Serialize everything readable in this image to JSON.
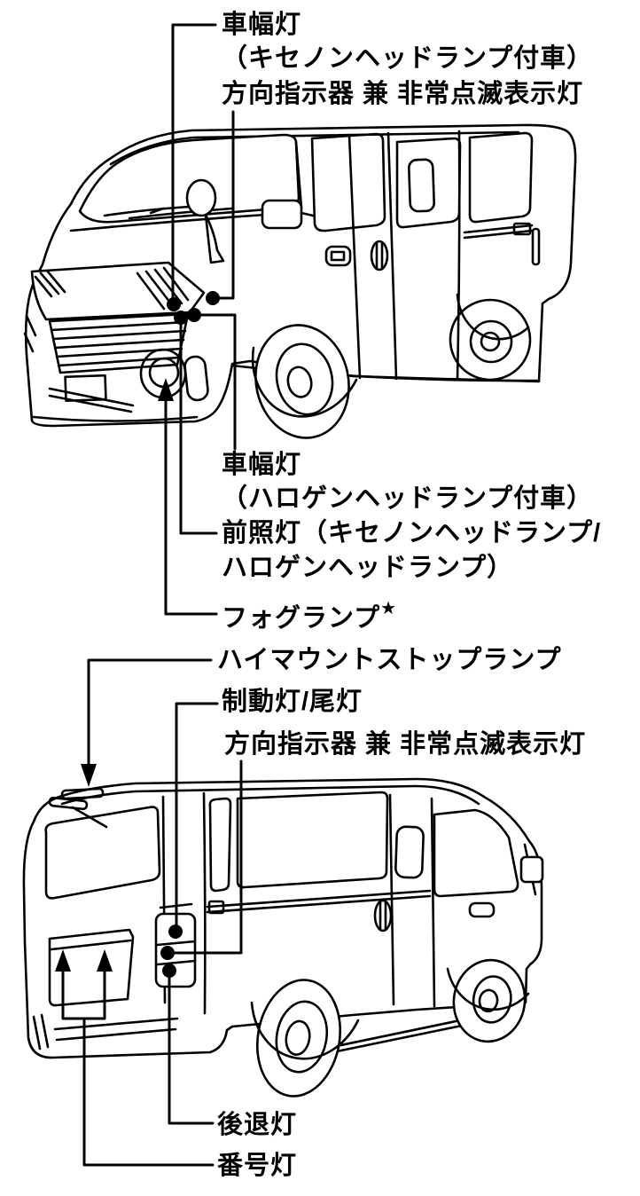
{
  "figure": {
    "type": "vehicle-exterior-lamp-location-diagram",
    "background_color": "#ffffff",
    "line_color": "#000000",
    "views": [
      "front-three-quarter-van",
      "rear-three-quarter-van"
    ]
  },
  "labels": {
    "clearance_xenon_line1": "車幅灯",
    "clearance_xenon_line2": "（キセノンヘッドランプ付車）",
    "turn_signal_front": "方向指示器 兼 非常点滅表示灯",
    "clearance_halogen_line1": "車幅灯",
    "clearance_halogen_line2": "（ハロゲンヘッドランプ付車）",
    "headlamp_line1": "前照灯（キセノンヘッドランプ/",
    "headlamp_line2": "ハロゲンヘッドランプ）",
    "fog_lamp": "フォグランプ",
    "fog_lamp_footnote": "★",
    "high_mount_stop": "ハイマウントストップランプ",
    "brake_tail": "制動灯/尾灯",
    "turn_signal_rear": "方向指示器 兼 非常点滅表示灯",
    "reverse_lamp": "後退灯",
    "license_plate_lamp": "番号灯"
  }
}
